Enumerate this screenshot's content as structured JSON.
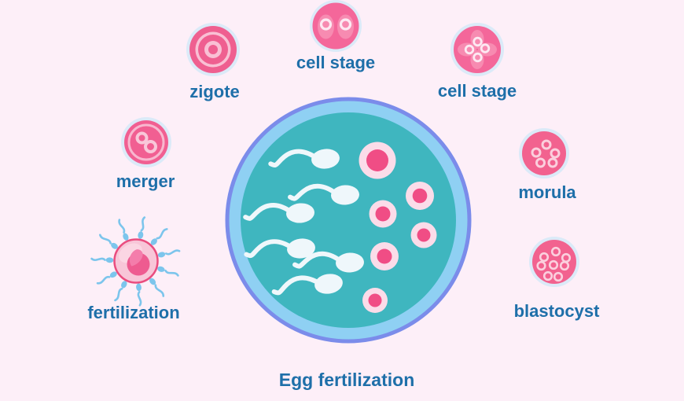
{
  "title": "Egg fertilization",
  "stages": [
    {
      "label": "zigote"
    },
    {
      "label": "cell stage"
    },
    {
      "label": "cell stage"
    },
    {
      "label": "merger"
    },
    {
      "label": "morula"
    },
    {
      "label": "fertilization"
    },
    {
      "label": "blastocyst"
    }
  ],
  "dish": {
    "sperm_count": 6,
    "egg_count": 6
  },
  "colors": {
    "background": "#fdeff8",
    "label_text": "#1e6fa9",
    "pink_strong": "#f2628f",
    "pink_light": "#f9c0d4",
    "cell_oval_pink": "#f78bb1",
    "donut_white": "#fde9f2",
    "halo_blue": "#dbeaf8",
    "dish_border": "#7b8cea",
    "dish_ring": "#8fd0f3",
    "dish_fill": "#3fb6bf",
    "dish_egg_outer": "#fbdce9",
    "dish_egg_center": "#f04d85",
    "dish_sperm": "#eff7fb",
    "fert_sperm_blue": "#7cc5ec",
    "fert_egg_body": "#f8c6d8",
    "fert_egg_border": "#ea4d7f",
    "fert_egg_nucleus": "#ee5b90"
  }
}
